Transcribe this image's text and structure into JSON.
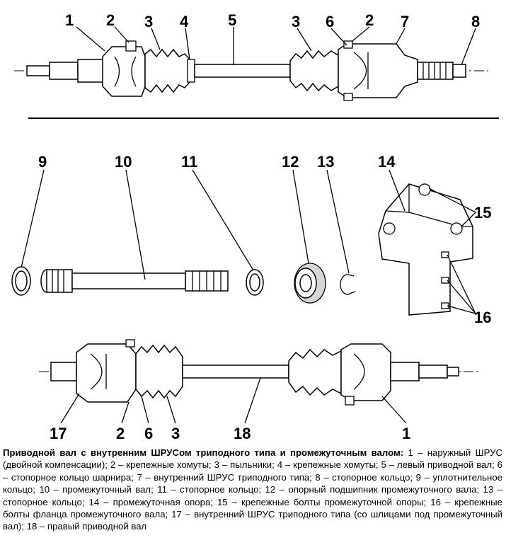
{
  "callouts": {
    "top": [
      "1",
      "2",
      "3",
      "4",
      "5",
      "3",
      "6",
      "2",
      "7",
      "8"
    ],
    "middle": [
      "9",
      "10",
      "11",
      "12",
      "13",
      "14",
      "15",
      "16"
    ],
    "bottom": [
      "17",
      "2",
      "6",
      "3",
      "18",
      "1"
    ]
  },
  "caption": {
    "title": "Приводной вал с внутренним ШРУСом триподного типа и промежуточным валом:",
    "text": " 1 – наружный ШРУС (двойной компенсации); 2 – крепежные хомуты; 3 – пыльники; 4 – крепежные хомуты; 5 – левый приводной вал; 6 – стопорное кольцо шарнира; 7 – внутренний ШРУС триподного типа; 8 – стопорное кольцо; 9 – уплотнительное кольцо; 10 – промежуточный вал; 11 – стопорное кольцо; 12 – опорный подшипник промежуточного вала; 13 – стопорное кольцо; 14 – промежуточная опора; 15 – крепежные болты промежуточной опоры; 16 – крепежные болты фланца промежуточного вала; 17 – внутренний ШРУС триподного типа (со шлицами под промежуточный вал); 18 – правый приводной вал"
  }
}
